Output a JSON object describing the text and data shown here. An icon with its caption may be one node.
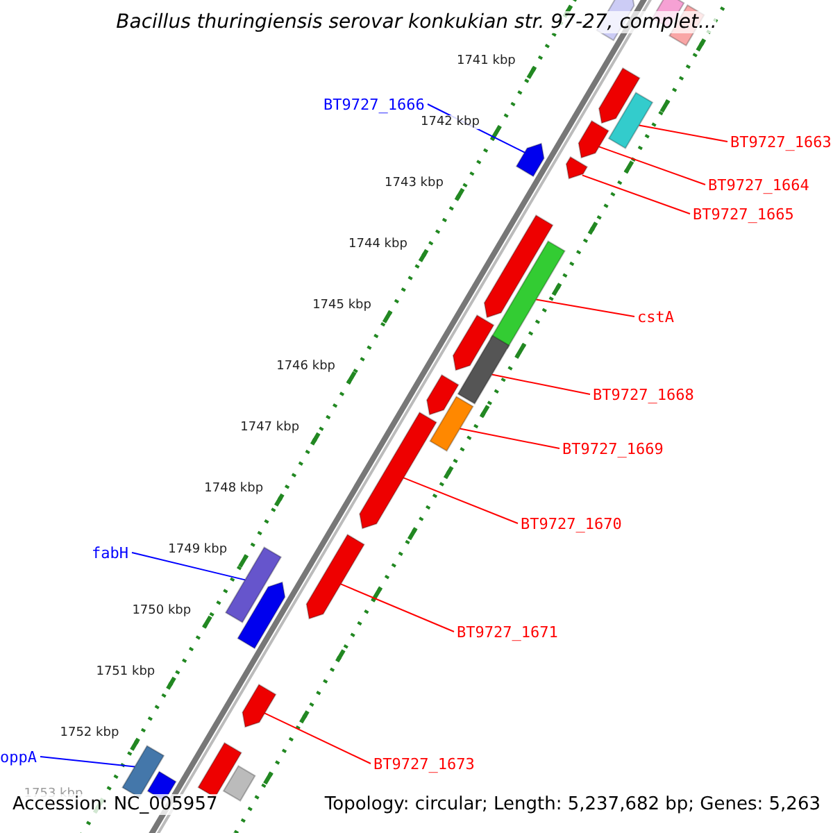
{
  "diagram": {
    "title": "Bacillus thuringiensis serovar konkukian str. 97-27, complet...",
    "nodes": [
      {
        "text": [
          "BT9727_1666"
        ]
      },
      {
        "text": [
          "BT9727_1663"
        ]
      },
      {
        "text": [
          "BT9727_1664"
        ]
      },
      {
        "text": [
          "BT9727_1665"
        ]
      },
      {
        "text": [
          "cstA"
        ]
      },
      {
        "text": [
          "BT9727_1668"
        ]
      },
      {
        "text": [
          "BT9727_1669"
        ]
      },
      {
        "text": [
          "BT9727_1670"
        ]
      },
      {
        "text": [
          "fabH"
        ]
      },
      {
        "text": [
          "BT9727_1671"
        ]
      },
      {
        "text": [
          "BT9727_1673"
        ]
      },
      {
        "text": [
          "oppA"
        ]
      },
      {
        "text": [],
        "shape": "bar"
      },
      {
        "text": [],
        "shape": "bar"
      },
      {
        "text": [],
        "shape": "bar"
      },
      {
        "text": [],
        "shape": "bar"
      },
      {
        "text": [],
        "shape": "bar"
      },
      {
        "text": [],
        "shape": "bar"
      },
      {
        "text": [],
        "shape": "bar"
      },
      {
        "text": [],
        "shape": "bar"
      },
      {
        "text": [],
        "shape": "bar"
      },
      {
        "text": [],
        "shape": "bar"
      },
      {
        "text": [],
        "shape": "bar"
      },
      {
        "text": [],
        "shape": "bar"
      },
      {
        "text": [],
        "shape": "bar"
      },
      {
        "text": [],
        "shape": "bar"
      },
      {
        "text": [],
        "shape": "bar"
      },
      {
        "text": [],
        "shape": "bar"
      },
      {
        "text": [],
        "shape": "bar"
      },
      {
        "text": [],
        "shape": "bar"
      },
      {
        "text": [],
        "shape": "bar"
      },
      {
        "text": [],
        "shape": "bar"
      },
      {
        "text": [],
        "shape": "bar"
      },
      {
        "text": [],
        "shape": "bar"
      },
      {
        "text": [],
        "shape": "bar"
      }
    ],
    "edges": [
      {
        "from": 0,
        "to": 12,
        "arrow": "none",
        "color": "#0000ff"
      },
      {
        "from": 1,
        "to": 13,
        "arrow": "none"
      },
      {
        "from": 2,
        "to": 14,
        "arrow": "none"
      },
      {
        "from": 3,
        "to": 15,
        "arrow": "none"
      },
      {
        "from": 4,
        "to": 16,
        "arrow": "none"
      },
      {
        "from": 5,
        "to": 17,
        "arrow": "none"
      },
      {
        "from": 6,
        "to": 18,
        "arrow": "none"
      },
      {
        "from": 7,
        "to": 19,
        "arrow": "none"
      },
      {
        "from": 8,
        "to": 20,
        "arrow": "none",
        "color": "#0000ff"
      },
      {
        "from": 9,
        "to": 21,
        "arrow": "none"
      },
      {
        "from": 10,
        "to": 22,
        "arrow": "none"
      },
      {
        "from": 11,
        "to": 23,
        "arrow": "none",
        "color": "#0000ff"
      }
    ],
    "labels": [
      "1741 kbp",
      "1742 kbp",
      "1743 kbp",
      "1744 kbp",
      "1745 kbp",
      "1746 kbp",
      "1747 kbp",
      "1748 kbp",
      "1749 kbp",
      "1750 kbp",
      "1751 kbp",
      "1752 kbp",
      "1753 kbp",
      "Accession: NC_005957",
      "Topology: circular; Length: 5,237,682 bp; Genes: 5,263"
    ]
  }
}
